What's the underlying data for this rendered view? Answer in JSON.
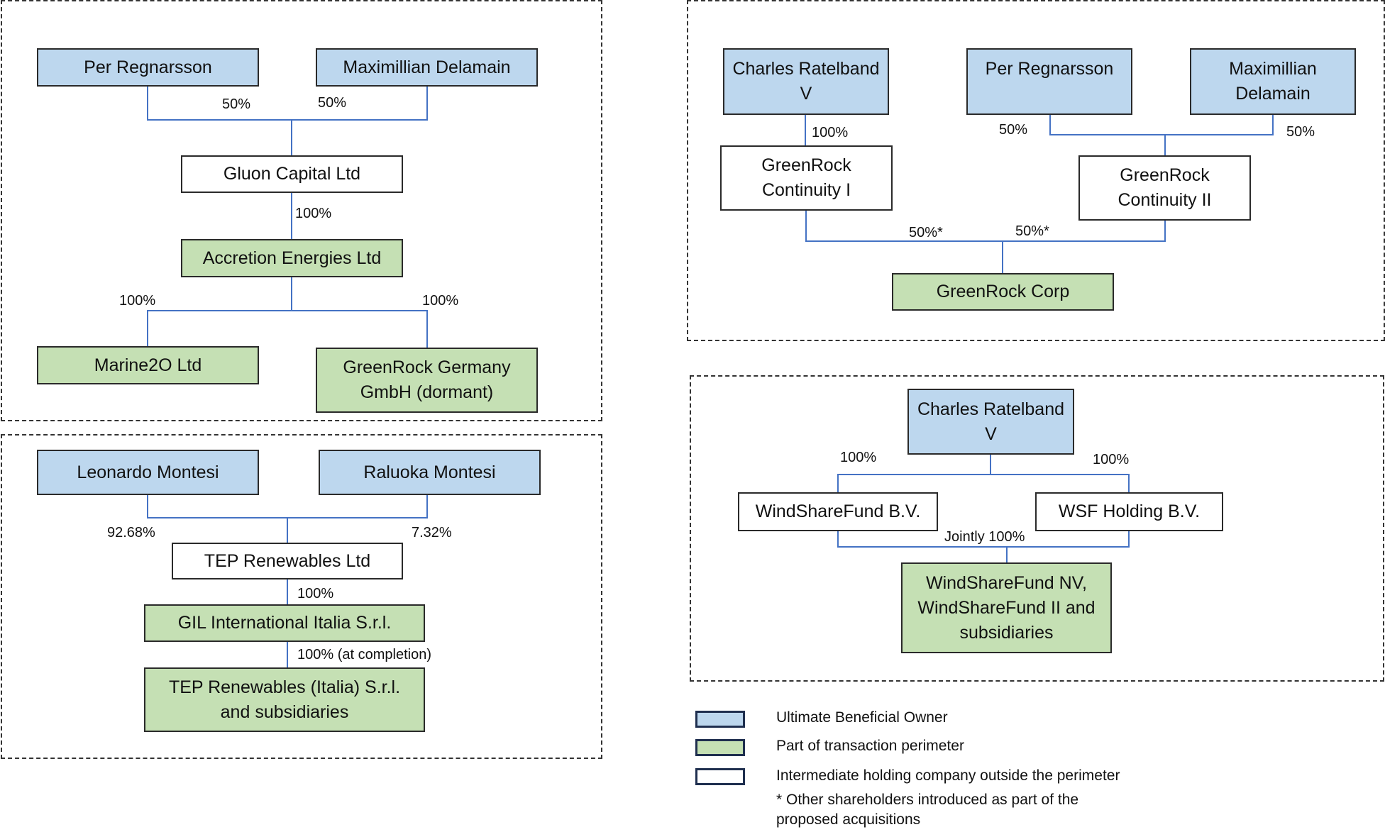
{
  "panels": {
    "greenrock_group": {
      "nodes": {
        "per_regnarsson": "Per Regnarsson",
        "maximillian_delamain": "Maximillian Delamain",
        "gluon": "Gluon Capital Ltd",
        "accretion": "Accretion Energies Ltd",
        "marine2o": "Marine2O Ltd",
        "greenrock_germany": "GreenRock Germany GmbH (dormant)"
      },
      "labels": {
        "per_pct": "50%",
        "max_pct": "50%",
        "gluon_pct": "100%",
        "marine_pct": "100%",
        "germany_pct": "100%"
      }
    },
    "tep_group": {
      "nodes": {
        "leonardo": "Leonardo Montesi",
        "raluoka": "Raluoka Montesi",
        "tep_ltd": "TEP Renewables Ltd",
        "gil": "GIL International Italia S.r.l.",
        "tep_italia": "TEP Renewables (Italia) S.r.l. and subsidiaries"
      },
      "labels": {
        "leonardo_pct": "92.68%",
        "raluoka_pct": "7.32%",
        "gil_pct": "100%",
        "tep_italia_pct": "100% (at completion)"
      }
    },
    "greenrock_corp_group": {
      "nodes": {
        "charles": "Charles Ratelband V",
        "per_regnarsson": "Per Regnarsson",
        "maximillian_delamain": "Maximillian Delamain",
        "continuity_1": "GreenRock Continuity I",
        "continuity_2": "GreenRock Continuity II",
        "greenrock_corp": "GreenRock Corp"
      },
      "labels": {
        "charles_pct": "100%",
        "per_pct": "50%",
        "max_pct": "50%",
        "cont1_pct": "50%*",
        "cont2_pct": "50%*"
      }
    },
    "windshare_group": {
      "nodes": {
        "charles": "Charles Ratelband V",
        "windsharefund_bv": "WindShareFund B.V.",
        "wsf_holding": "WSF Holding B.V.",
        "windsharefund_nv": "WindShareFund NV, WindShareFund II and subsidiaries"
      },
      "labels": {
        "bv_pct": "100%",
        "holding_pct": "100%",
        "jointly_pct": "Jointly 100%"
      }
    }
  },
  "legend": {
    "ubo": "Ultimate Beneficial Owner",
    "perimeter": "Part of transaction perimeter",
    "intermediate": "Intermediate holding company outside the perimeter",
    "note": "* Other shareholders introduced as part of the proposed acquisitions"
  },
  "colors": {
    "ubo_fill": "#bdd7ee",
    "perimeter_fill": "#c5e0b4",
    "intermediate_fill": "#ffffff",
    "connector": "#4472c4"
  }
}
